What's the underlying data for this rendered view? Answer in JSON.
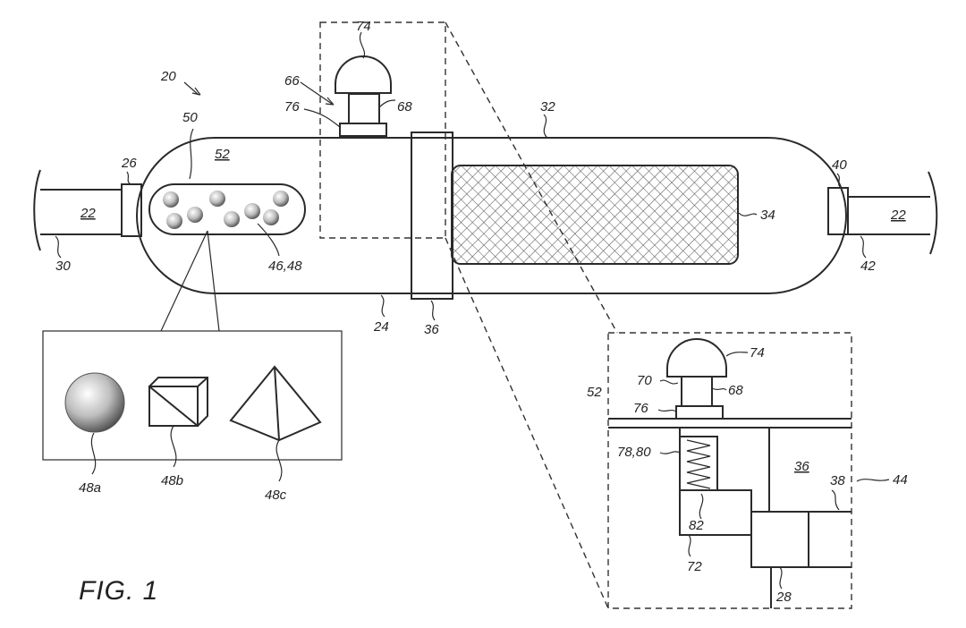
{
  "figure": {
    "caption": "FIG. 1",
    "labels": {
      "assembly": "20",
      "pipe_left": "22",
      "pipe_right": "22",
      "housing_inlet": "24",
      "inlet_coupling": "26",
      "outlet_coupling": "40",
      "pipe_left_ref": "30",
      "pipe_right_ref": "42",
      "housing": "32",
      "filter_media": "34",
      "clamp": "36",
      "chamber_interior": "52",
      "basket": "50",
      "media_pellets": "46,48",
      "valve_assembly": "66",
      "cap": "74",
      "stem": "68",
      "base_ring": "76",
      "shape_sphere": "48a",
      "shape_cube": "48b",
      "shape_pyramid": "48c",
      "detail_cap": "74",
      "detail_stem_left": "70",
      "detail_stem_right": "68",
      "detail_wall": "52",
      "detail_base_ring": "76",
      "detail_spring": "78,80",
      "detail_clamp": "36",
      "detail_clamp_edge": "38",
      "detail_window": "44",
      "detail_plunger": "82",
      "detail_guide": "72",
      "detail_seal": "28"
    }
  }
}
